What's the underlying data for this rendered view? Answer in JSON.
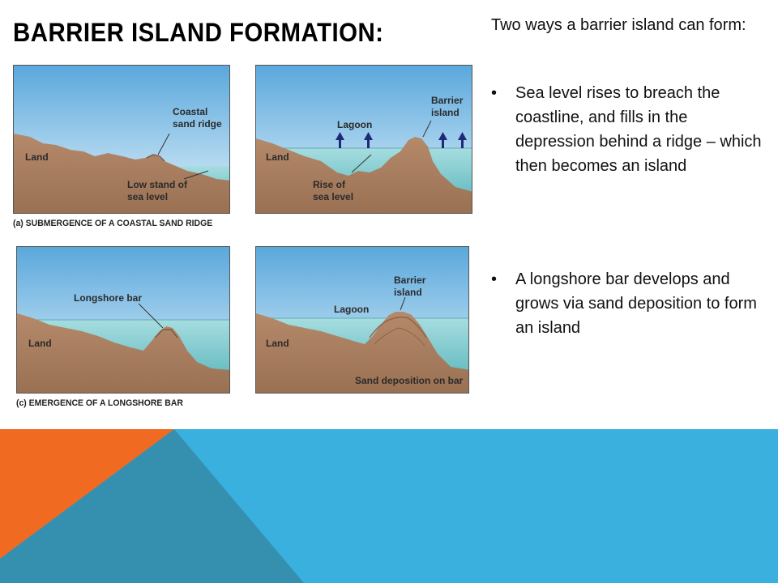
{
  "slide": {
    "title": "BARRIER ISLAND FORMATION:",
    "intro": "Two ways a barrier island can form:",
    "bullets": [
      "Sea level rises to breach the coastline, and fills in the depression behind a ridge – which then becomes an island",
      "A longshore bar develops and grows via sand deposition to form an island"
    ]
  },
  "figures": {
    "a": {
      "caption": "(a) SUBMERGENCE OF A COASTAL SAND RIDGE",
      "left": {
        "land": "Land",
        "ridge": "Coastal sand ridge",
        "sea": "Low stand of sea level"
      },
      "right": {
        "land": "Land",
        "lagoon": "Lagoon",
        "island": "Barrier island",
        "sea": "Rise of sea level"
      }
    },
    "c": {
      "caption": "(c) EMERGENCE OF A LONGSHORE BAR",
      "left": {
        "land": "Land",
        "bar": "Longshore bar"
      },
      "right": {
        "land": "Land",
        "lagoon": "Lagoon",
        "island": "Barrier island",
        "deposition": "Sand deposition on bar"
      }
    }
  },
  "colors": {
    "sky_top": "#5aa8dc",
    "sky_bottom": "#dff0fa",
    "water": "#8fd0d3",
    "land": "#a87c5e",
    "land_dark": "#8e6548",
    "arrow": "#1e2a78",
    "accent_orange": "#f06a22",
    "accent_blue": "#3ab0df",
    "accent_teal": "#3590b0"
  },
  "icons": [
    "up-arrow-icon"
  ]
}
